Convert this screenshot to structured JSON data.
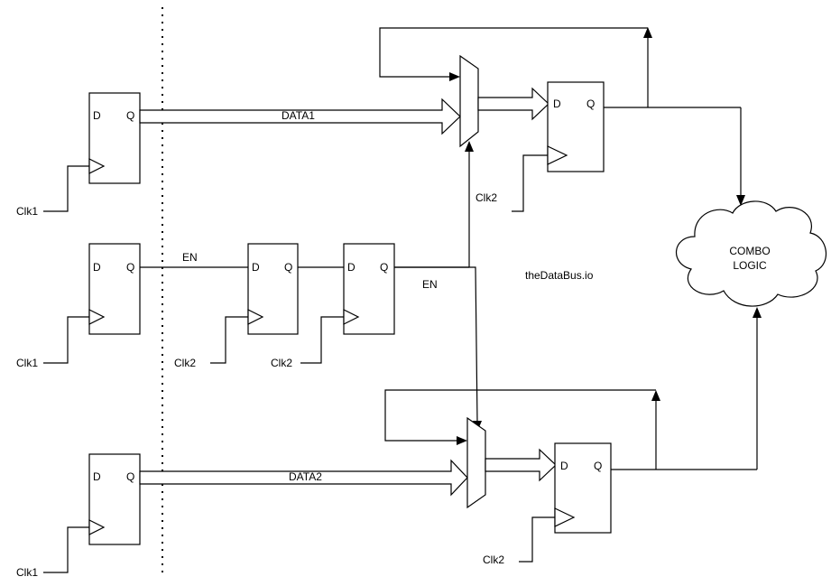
{
  "diagram": {
    "clock_labels": {
      "clk1_a": "Clk1",
      "clk1_b": "Clk1",
      "clk1_c": "Clk1",
      "clk2_top": "Clk2",
      "clk2_sync1": "Clk2",
      "clk2_sync2": "Clk2",
      "clk2_bottom": "Clk2"
    },
    "pin_labels": {
      "d": "D",
      "q": "Q"
    },
    "bus_labels": {
      "data1": "DATA1",
      "data2": "DATA2"
    },
    "signal_labels": {
      "en_in": "EN",
      "en_out": "EN"
    },
    "cloud_label": {
      "line1": "COMBO",
      "line2": "LOGIC"
    },
    "watermark": "theDataBus.io"
  }
}
